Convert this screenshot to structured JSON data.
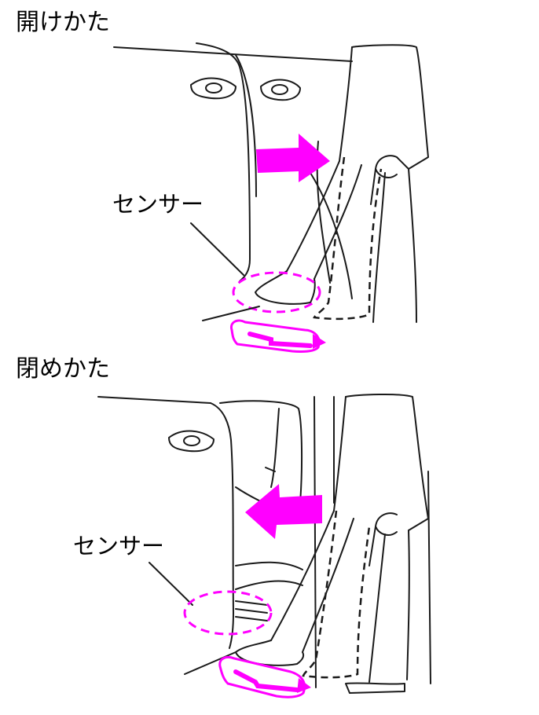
{
  "panels": [
    {
      "title": "開けかた",
      "sensor_label": "センサー",
      "arrow_direction": "right"
    },
    {
      "title": "閉めかた",
      "sensor_label": "センサー",
      "arrow_direction": "left"
    }
  ],
  "colors": {
    "accent": "#ff00ff",
    "line": "#1a1a1a",
    "background": "#ffffff"
  },
  "icons": [
    "door-handle-icon",
    "magenta-arrow-icon",
    "sensor-zone-icon",
    "foot-kick-icon"
  ]
}
